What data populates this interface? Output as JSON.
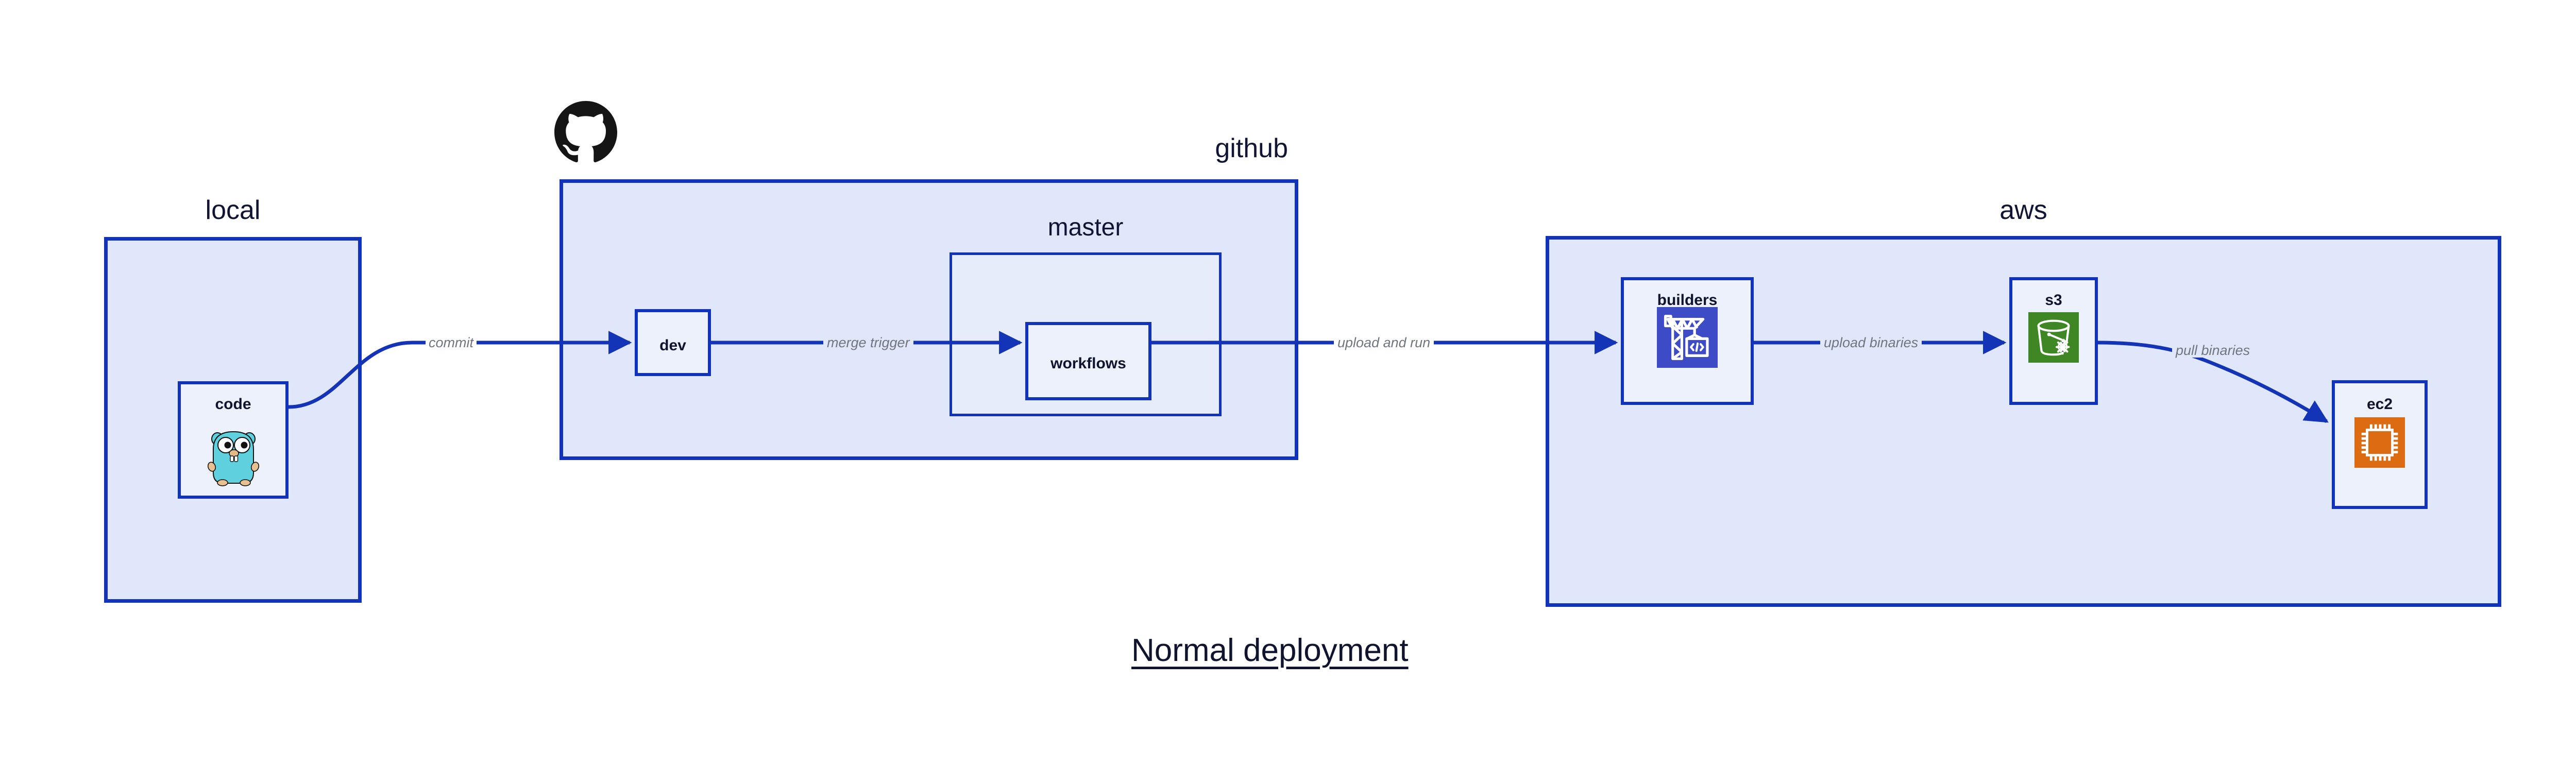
{
  "caption": "Normal deployment",
  "colors": {
    "group_fill": "#E1E7FA",
    "group_border": "#1133BB",
    "node_fill": "#ECF1FB",
    "node_border": "#1133BB",
    "edge_stroke": "#1434B8",
    "edge_label_text": "#70757F",
    "title_text": "#10142E",
    "builders_icon_bg": "#3D4BC7",
    "s3_icon_bg": "#3F8624",
    "ec2_icon_bg": "#DD6B11",
    "gopher_body": "#5FD0DE",
    "github_logo": "#151515"
  },
  "groups": [
    {
      "id": "local",
      "label": "local"
    },
    {
      "id": "github",
      "label": "github"
    },
    {
      "id": "master",
      "label": "master"
    },
    {
      "id": "aws",
      "label": "aws"
    }
  ],
  "nodes": [
    {
      "id": "code",
      "label": "code",
      "icon": "go-gopher-icon",
      "group": "local"
    },
    {
      "id": "dev",
      "label": "dev",
      "icon": null,
      "group": "github"
    },
    {
      "id": "workflows",
      "label": "workflows",
      "icon": null,
      "group": "master"
    },
    {
      "id": "builders",
      "label": "builders",
      "icon": "aws-codebuild-crane-icon",
      "group": "aws"
    },
    {
      "id": "s3",
      "label": "s3",
      "icon": "aws-s3-bucket-icon",
      "group": "aws"
    },
    {
      "id": "ec2",
      "label": "ec2",
      "icon": "aws-ec2-cpu-icon",
      "group": "aws"
    }
  ],
  "edges": [
    {
      "id": "commit",
      "label": "commit",
      "from": "code",
      "to": "dev"
    },
    {
      "id": "merge-trigger",
      "label": "merge trigger",
      "from": "dev",
      "to": "workflows"
    },
    {
      "id": "upload-and-run",
      "label": "upload and run",
      "from": "workflows",
      "to": "builders"
    },
    {
      "id": "upload-binaries",
      "label": "upload binaries",
      "from": "builders",
      "to": "s3"
    },
    {
      "id": "pull-binaries",
      "label": "pull binaries",
      "from": "s3",
      "to": "ec2"
    }
  ],
  "logos": [
    {
      "id": "github-logo",
      "name": "github-octocat-logo"
    }
  ]
}
